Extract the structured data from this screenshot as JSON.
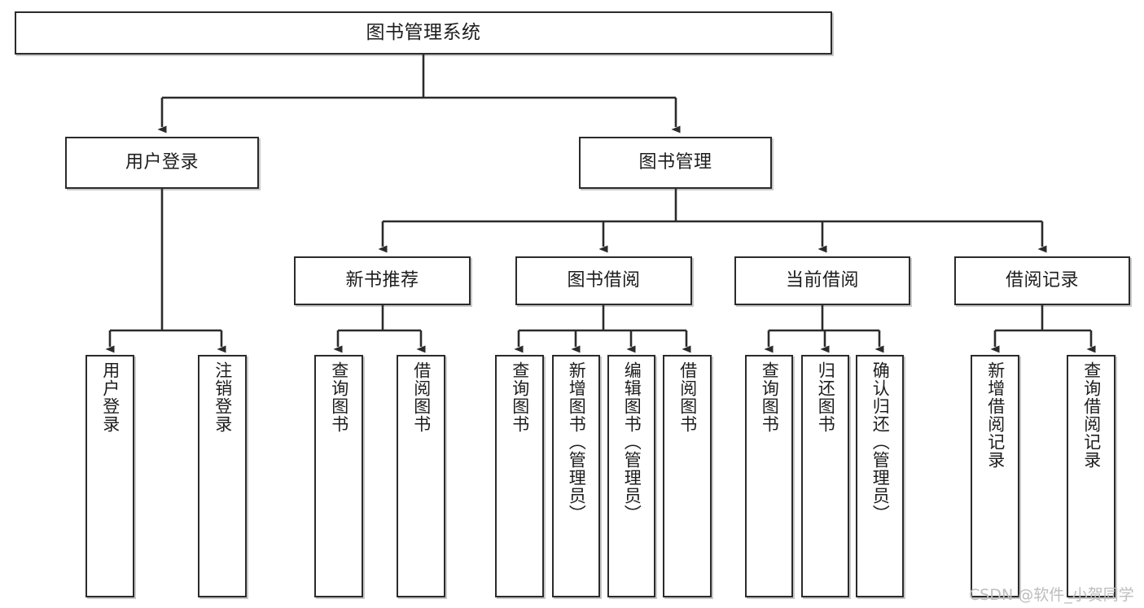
{
  "diagram": {
    "title": "图书管理系统",
    "type": "hierarchy-tree",
    "watermark": "CSDN @软件_小贺同学",
    "colors": {
      "box_border": "#2b2b2b",
      "box_fill": "#ffffff",
      "edge": "#2b2b2b",
      "text": "#1d1d1d",
      "watermark": "#bdbdbd",
      "background": "#ffffff"
    },
    "nodes": {
      "root": {
        "label": "图书管理系统"
      },
      "level2": [
        {
          "label": "用户登录"
        },
        {
          "label": "图书管理"
        }
      ],
      "level3": [
        {
          "label": "新书推荐"
        },
        {
          "label": "图书借阅"
        },
        {
          "label": "当前借阅"
        },
        {
          "label": "借阅记录"
        }
      ],
      "login_leaves": [
        {
          "label": "用户登录"
        },
        {
          "label": "注销登录"
        }
      ],
      "recommend_leaves": [
        {
          "label": "查询图书"
        },
        {
          "label": "借阅图书"
        }
      ],
      "borrow_leaves": [
        {
          "label": "查询图书"
        },
        {
          "label": "新增图书（管理员）"
        },
        {
          "label": "编辑图书（管理员）"
        },
        {
          "label": "借阅图书"
        }
      ],
      "current_leaves": [
        {
          "label": "查询图书"
        },
        {
          "label": "归还图书"
        },
        {
          "label": "确认归还（管理员）"
        }
      ],
      "record_leaves": [
        {
          "label": "新增借阅记录"
        },
        {
          "label": "查询借阅记录"
        }
      ]
    }
  }
}
